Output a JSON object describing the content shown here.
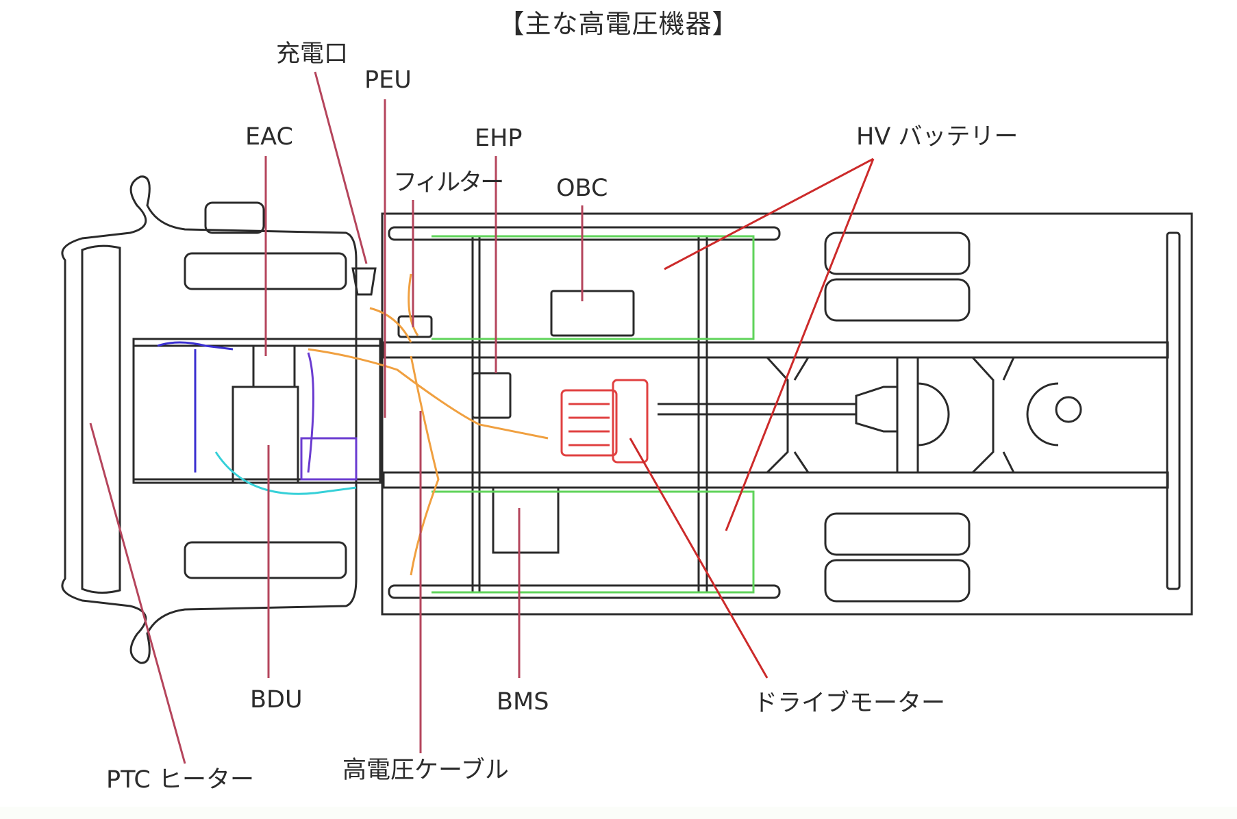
{
  "title": "【主な高電圧機器】",
  "labels": {
    "charging_port": "充電口",
    "peu": "PEU",
    "eac": "EAC",
    "ehp": "EHP",
    "filter": "フィルター",
    "obc": "OBC",
    "hv_battery": "HV バッテリー",
    "bdu": "BDU",
    "bms": "BMS",
    "drive_motor": "ドライブモーター",
    "ptc_heater": "PTC ヒーター",
    "hv_cable": "高電圧ケーブル"
  },
  "colors": {
    "leader_line": "#b5455c",
    "leader_line_red": "#cc2a2a",
    "outline": "#2a2a2a",
    "battery_outline": "#5fd35a",
    "hv_cable": "#f0a040",
    "coolant_blue": "#3a2fd0",
    "coolant_purple": "#6a3bd0",
    "coolant_cyan": "#36d0d8",
    "motor": "#e04040"
  }
}
